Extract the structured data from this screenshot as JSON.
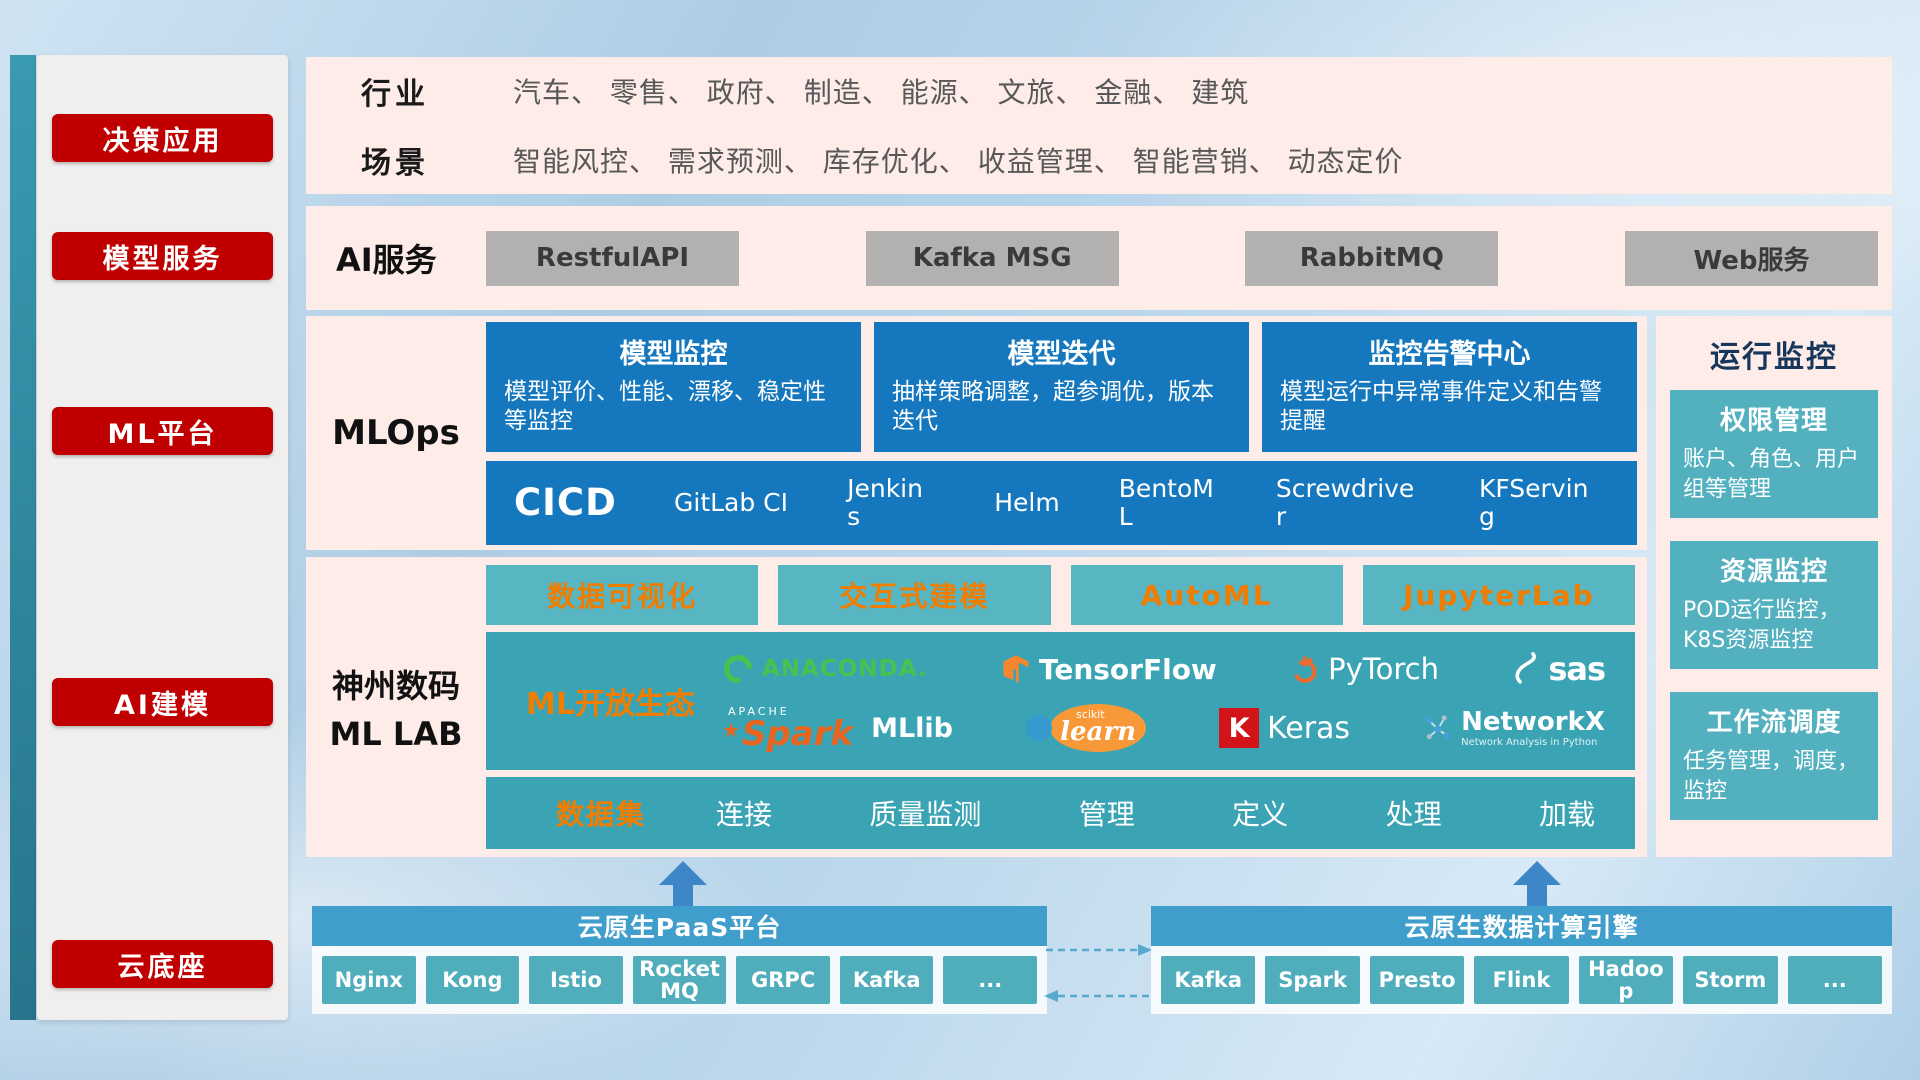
{
  "colors": {
    "accent_red": "#c00000",
    "panel_blue": "#1578be",
    "teal": "#3ba4b4",
    "teal_light": "#58b6c3",
    "orange": "#ef7d00",
    "bar_blue": "#3f9ecb",
    "band_pink": "#fdece8",
    "gray_button": "#b3b0b0"
  },
  "sidebar": {
    "items": [
      {
        "label": "决策应用"
      },
      {
        "label": "模型服务"
      },
      {
        "label": "ML平台"
      },
      {
        "label": "AI建模"
      },
      {
        "label": "云底座"
      }
    ]
  },
  "decision_band": {
    "rows": [
      {
        "label": "行业",
        "text": "汽车、 零售、 政府、 制造、 能源、 文旅、 金融、 建筑"
      },
      {
        "label": "场景",
        "text": "智能风控、 需求预测、 库存优化、 收益管理、 智能营销、 动态定价"
      }
    ]
  },
  "ai_service_band": {
    "label": "AI服务",
    "buttons": [
      "RestfulAPI",
      "Kafka MSG",
      "RabbitMQ",
      "Web服务"
    ]
  },
  "mlops_band": {
    "label": "MLOps",
    "panels": [
      {
        "title": "模型监控",
        "desc": "模型评价、性能、漂移、稳定性等监控"
      },
      {
        "title": "模型迭代",
        "desc": "抽样策略调整，超参调优，版本迭代"
      },
      {
        "title": "监控告警中心",
        "desc": "模型运行中异常事件定义和告警提醒"
      }
    ],
    "cicd_label": "CICD",
    "cicd_tools": [
      "GitLab CI",
      "Jenkins",
      "Helm",
      "BentoML",
      "Screwdriver",
      "KFServing"
    ]
  },
  "mllab_band": {
    "label_line1": "神州数码",
    "label_line2": "ML LAB",
    "features": [
      "数据可视化",
      "交互式建模",
      "AutoML",
      "JupyterLab"
    ],
    "ecosystem_label": "ML开放生态",
    "dataset_label": "数据集",
    "dataset_items": [
      "连接",
      "质量监测",
      "管理",
      "定义",
      "处理",
      "加载"
    ]
  },
  "logos": {
    "anaconda": {
      "text": "ANACONDA."
    },
    "tensorflow": {
      "text": "TensorFlow"
    },
    "pytorch": {
      "text": "PyTorch"
    },
    "sas": {
      "text": "sas"
    },
    "spark": {
      "apache": "APACHE",
      "text": "Spark",
      "mllib": "MLlib"
    },
    "sklearn": {
      "scikit": "scikit",
      "learn": "learn"
    },
    "keras": {
      "k": "K",
      "text": "Keras"
    },
    "networkx": {
      "text": "NetworkX",
      "subtitle": "Network Analysis in Python"
    }
  },
  "monitor_column": {
    "title": "运行监控",
    "boxes": [
      {
        "title": "权限管理",
        "desc": "账户、角色、用户组等管理"
      },
      {
        "title": "资源监控",
        "desc": "POD运行监控，K8S资源监控"
      },
      {
        "title": "工作流调度",
        "desc": "任务管理，调度，监控"
      }
    ]
  },
  "foundation": {
    "paas": {
      "title": "云原生PaaS平台",
      "items": [
        "Nginx",
        "Kong",
        "Istio",
        "RocketMQ",
        "GRPC",
        "Kafka",
        "..."
      ]
    },
    "engine": {
      "title": "云原生数据计算引擎",
      "items": [
        "Kafka",
        "Spark",
        "Presto",
        "Flink",
        "Hadoop",
        "Storm",
        "..."
      ]
    }
  }
}
